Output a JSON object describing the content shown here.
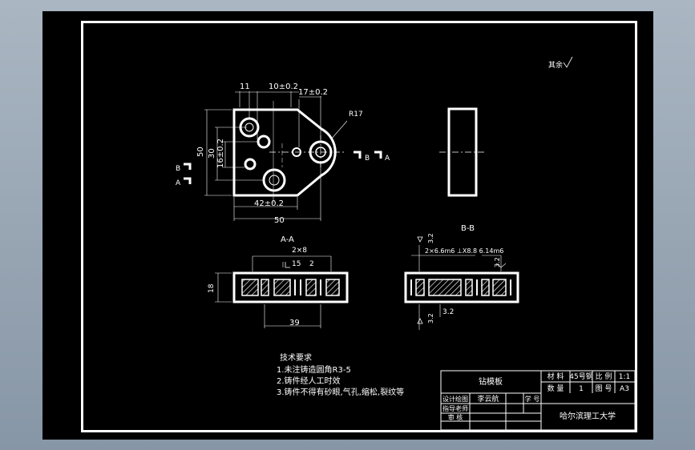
{
  "roughness_note": "其余",
  "front_view": {
    "dim_top_11": "11",
    "dim_top_10": "10±0.2",
    "dim_top_17": "17±0.2",
    "dim_r17": "R17",
    "dim_left_50": "50",
    "dim_left_30": "30",
    "dim_left_16": "16±0.2",
    "dim_bottom_42": "42±0.2",
    "dim_bottom_50": "50",
    "marker_b": "B",
    "marker_a": "A"
  },
  "section_aa": {
    "title": "A-A",
    "dim_2x8": "2×8",
    "dim_15": "15",
    "dim_2": "2",
    "dim_18": "18",
    "dim_39": "39"
  },
  "section_bb": {
    "title": "B-B",
    "dim_holes": "2×6.6m6 ⊥X8.8 6.14m6",
    "roughness_32a": "3.2",
    "roughness_32b": "3.2",
    "roughness_32c": "3.2",
    "roughness_32d": "3.2"
  },
  "tech_requirements": {
    "title": "技术要求",
    "items": [
      "1.未注铸造圆角R3-5",
      "2.铸件经人工时效",
      "3.铸件不得有砂眼,气孔,缩松,裂纹等"
    ]
  },
  "title_block": {
    "part_name": "钻模板",
    "material_label": "材 料",
    "material_value": "45号钢",
    "scale_label": "比 例",
    "scale_value": "1:1",
    "quantity_label": "数 量",
    "quantity_value": "1",
    "drawing_no_label": "图 号",
    "drawing_no_value": "A3",
    "designer_label": "设计绘图",
    "designer_name": "李云航",
    "student_id_label": "学 号",
    "advisor_label": "指导老师",
    "reviewer_label": "审 核",
    "school": "哈尔滨理工大学"
  }
}
